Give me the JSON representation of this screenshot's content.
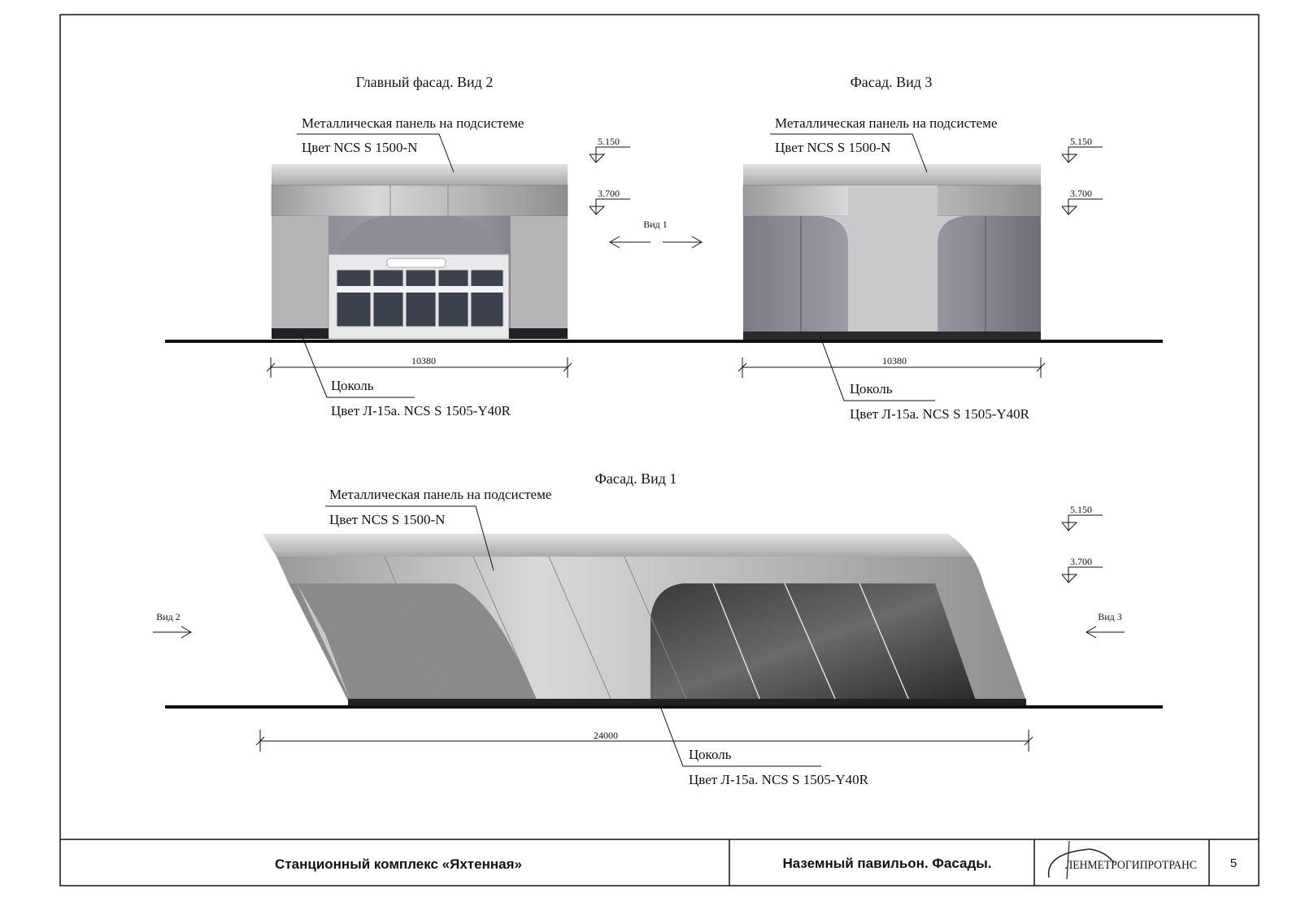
{
  "sheet": {
    "project": "Станционный комплекс «Яхтенная»",
    "sheet_title": "Наземный павильон. Фасады.",
    "company_logo": "ЛЕНМЕТРОГИПРОТРАНС",
    "page_number": "5"
  },
  "facade_view2": {
    "title": "Главный фасад. Вид 2",
    "panel_label_1": "Металлическая панель на подсистеме",
    "panel_label_2": "Цвет NCS S 1500-N",
    "plinth_label_1": "Цоколь",
    "plinth_label_2": "Цвет Л-15а. NCS S 1505-Y40R",
    "width_dim": "10380",
    "level_top": "5.150",
    "level_mid": "3.700"
  },
  "facade_view3": {
    "title": "Фасад. Вид 3",
    "panel_label_1": "Металлическая панель на подсистеме",
    "panel_label_2": "Цвет NCS S 1500-N",
    "plinth_label_1": "Цоколь",
    "plinth_label_2": "Цвет Л-15а. NCS S 1505-Y40R",
    "width_dim": "10380",
    "level_top": "5.150",
    "level_mid": "3.700"
  },
  "facade_view1": {
    "title": "Фасад. Вид 1",
    "panel_label_1": "Металлическая панель на подсистеме",
    "panel_label_2": "Цвет NCS S 1500-N",
    "plinth_label_1": "Цоколь",
    "plinth_label_2": "Цвет Л-15а. NCS S 1505-Y40R",
    "width_dim": "24000",
    "level_top": "5.150",
    "level_mid": "3.700"
  },
  "view_markers": {
    "view1": "Вид 1",
    "view2": "Вид 2",
    "view3": "Вид 3"
  }
}
